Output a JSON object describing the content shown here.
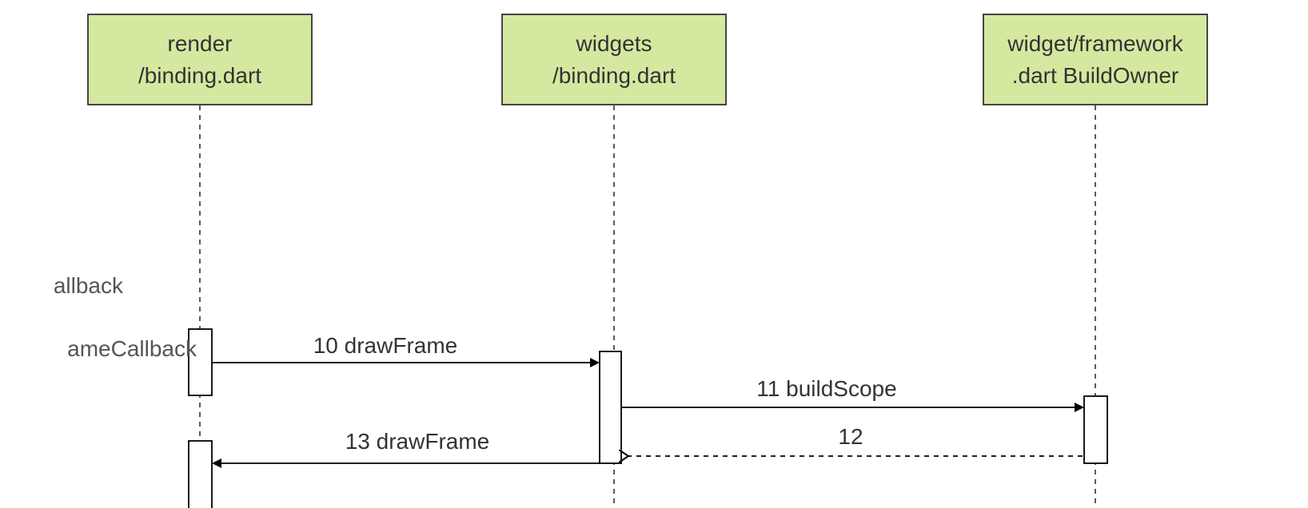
{
  "diagram": {
    "type": "sequence",
    "colors": {
      "lifeline_fill": "#d5e8a0",
      "lifeline_stroke": "#333333",
      "line": "#000000",
      "text": "#333333"
    },
    "lifelines": [
      {
        "id": "render",
        "line1": "render",
        "line2": "/binding.dart"
      },
      {
        "id": "widgets",
        "line1": "widgets",
        "line2": "/binding.dart"
      },
      {
        "id": "framework",
        "line1": "widget/framework",
        "line2": ".dart BuildOwner"
      }
    ],
    "clipped_labels": [
      {
        "text": "allback"
      },
      {
        "text": "ameCallback"
      }
    ],
    "messages": [
      {
        "id": "m10",
        "label": "10 drawFrame",
        "style": "solid"
      },
      {
        "id": "m11",
        "label": "11 buildScope",
        "style": "solid"
      },
      {
        "id": "m12",
        "label": "12",
        "style": "dashed-return"
      },
      {
        "id": "m13",
        "label": "13 drawFrame",
        "style": "solid"
      }
    ]
  }
}
